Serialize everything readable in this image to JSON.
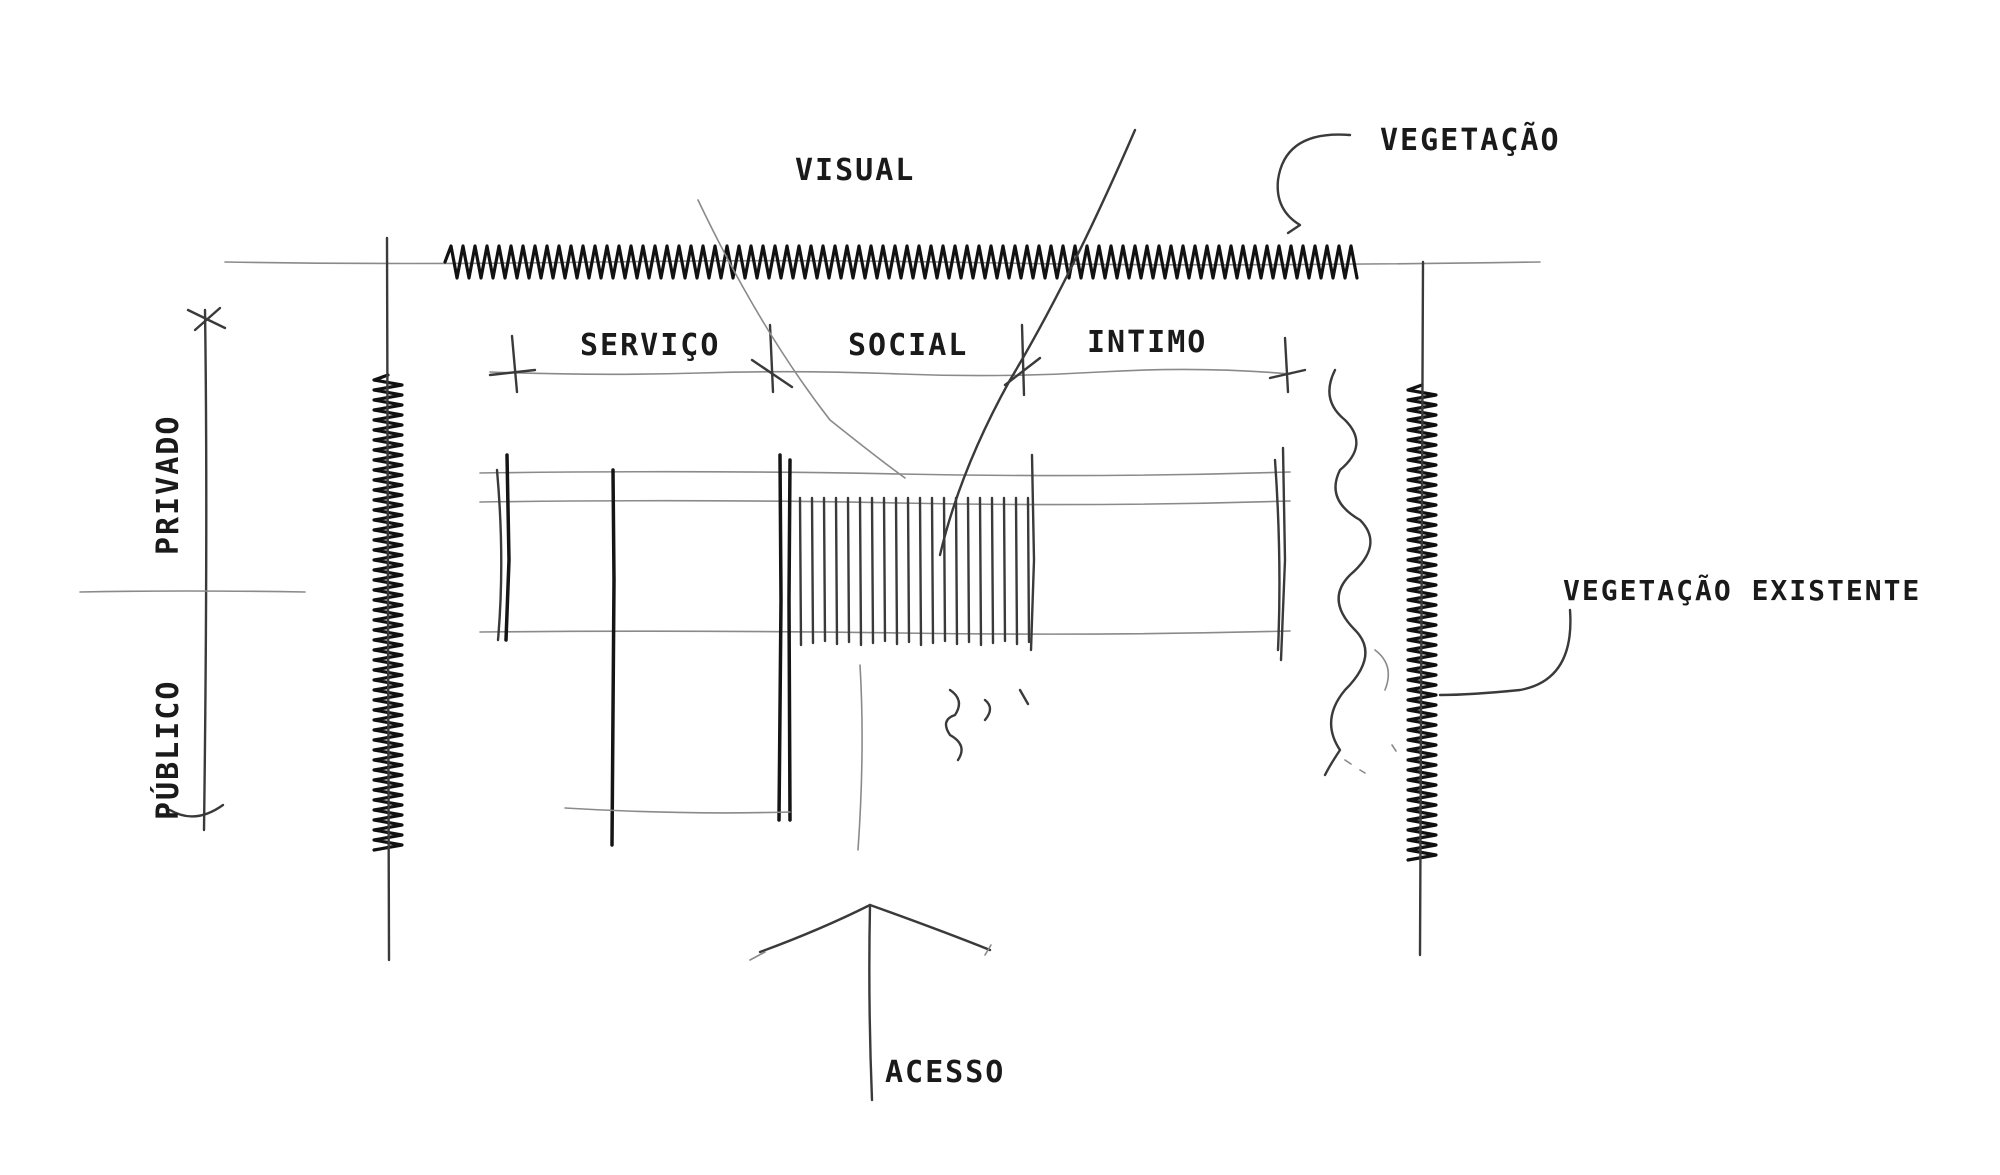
{
  "labels": {
    "visual": "VISUAL",
    "vegetacao": "VEGETAÇÃO",
    "servico": "SERVIÇO",
    "social": "SOCIAL",
    "intimo": "INTIMO",
    "vegetacao_existente": "VEGETAÇÃO EXISTENTE",
    "privado": "PRIVADO",
    "publico": "PÚBLICO",
    "acesso": "ACESSO"
  },
  "colors": {
    "ink": "#151515",
    "pencil_faint": "#8a8a8a",
    "paper": "#ffffff"
  }
}
